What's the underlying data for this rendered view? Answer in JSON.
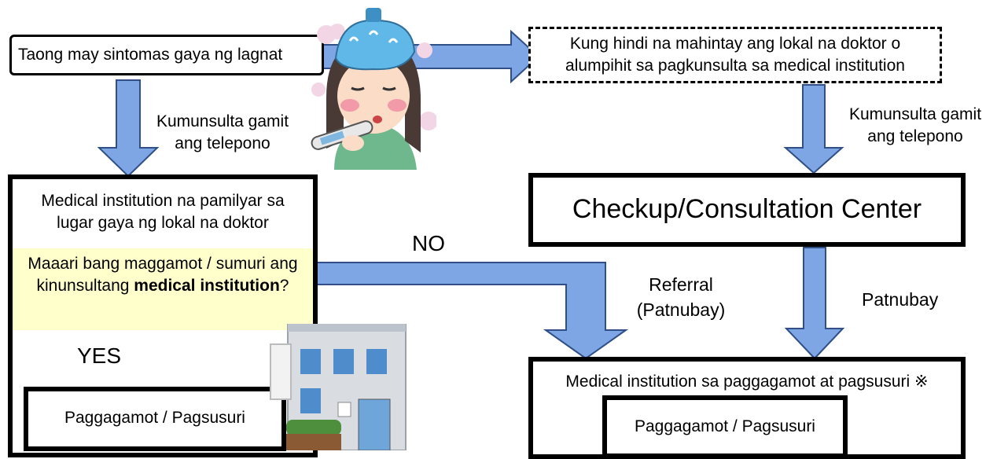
{
  "nodes": {
    "person": "Taong may sintomas gaya ng lagnat",
    "no_wait": "Kung hindi na mahintay ang lokal na doktor o alumpihit sa pagkunsulta sa medical institution",
    "consult_phone_left": "Kumunsulta gamit ang telepono",
    "consult_phone_right": "Kumunsulta gamit ang telepono",
    "local_medical": "Medical institution na pamilyar sa lugar gaya ng lokal na doktor",
    "question_pre": "Maaari bang maggamot / sumuri ang kinunsultang ",
    "question_bold": "medical institution",
    "question_post": "?",
    "checkup_center": "Checkup/Consultation Center",
    "treatment_institution": "Medical institution sa paggagamot at pagsusuri ※",
    "treatment_left": "Paggagamot / Pagsusuri",
    "treatment_right": "Paggagamot / Pagsusuri"
  },
  "labels": {
    "yes": "YES",
    "no": "NO",
    "referral": "Referral (Patnubay)",
    "patnubay": "Patnubay"
  },
  "colors": {
    "arrow_fill": "#7fa6e4",
    "arrow_stroke": "#2f4f86",
    "highlight": "#ffffcc"
  },
  "icons": [
    "sick-person-illustration",
    "hospital-building-illustration"
  ]
}
